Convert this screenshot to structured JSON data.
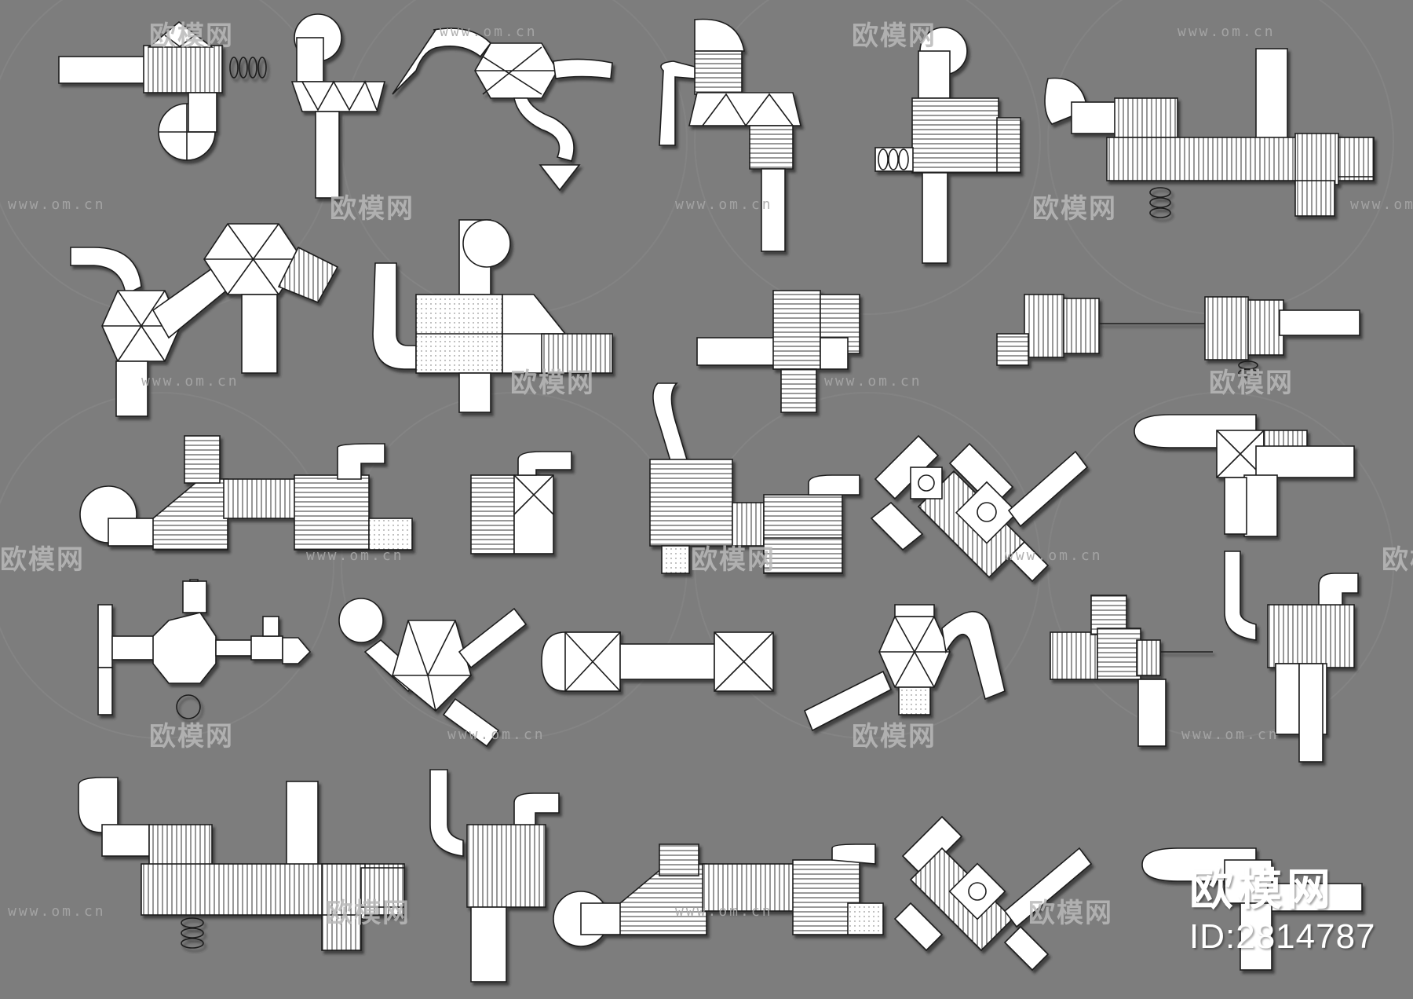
{
  "watermark": {
    "brand": "欧模网",
    "url": "www.om.cn"
  },
  "footer": {
    "brand": "欧模网",
    "id": "ID:2814787"
  },
  "colors": {
    "background": "#7d7d7d",
    "fill": "#ffffff",
    "stroke": "#1e1e1e",
    "shadow": "#3a3a3a",
    "watermark": "#b9b9b9"
  }
}
